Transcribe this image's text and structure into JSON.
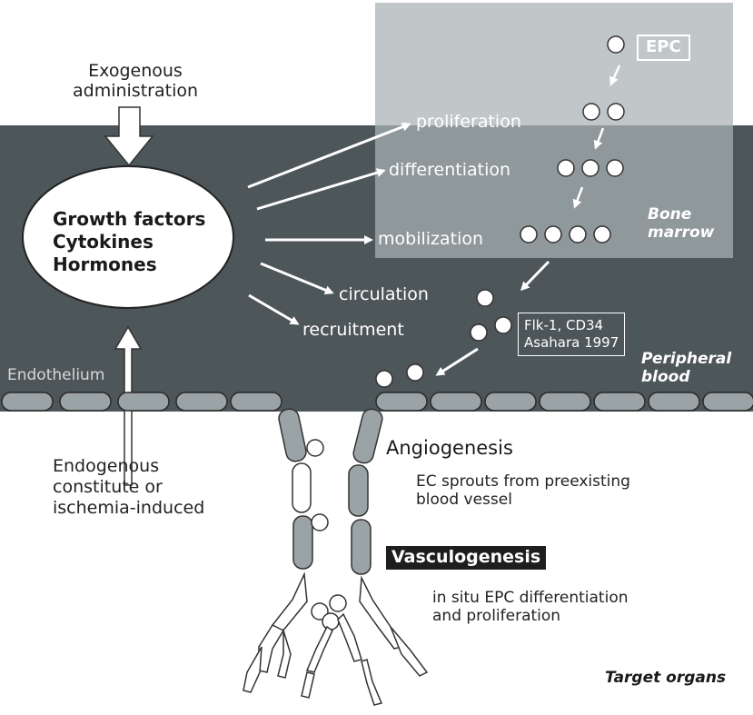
{
  "labels": {
    "exogenous": [
      "Exogenous",
      "administration"
    ],
    "growth_factors": [
      "Growth factors",
      "Cytokines",
      "Hormones"
    ],
    "endogenous": [
      "Endogenous",
      "constitute or",
      "ischemia-induced"
    ],
    "proliferation": "proliferation",
    "differentiation": "differentiation",
    "mobilization": "mobilization",
    "circulation": "circulation",
    "recruitment": "recruitment",
    "epc": "EPC",
    "bone_marrow": [
      "Bone",
      "marrow"
    ],
    "flk": [
      "Flk-1, CD34",
      "Asahara 1997"
    ],
    "peripheral_blood": [
      "Peripheral",
      "blood"
    ],
    "endothelium": "Endothelium",
    "angiogenesis": "Angiogenesis",
    "angiogenesis_desc": [
      "EC sprouts from preexisting",
      "blood vessel"
    ],
    "vasculogenesis": "Vasculogenesis",
    "vasculogenesis_desc": [
      "in situ EPC differentiation",
      "and proliferation"
    ],
    "target_organs": "Target organs"
  },
  "colors": {
    "blood_band": "#4d5659",
    "bone_marrow_box": "#99a4a6",
    "endothelial_cell": "#9aa3a5",
    "cell_fill": "#ffffff",
    "arrow": "#ffffff"
  }
}
